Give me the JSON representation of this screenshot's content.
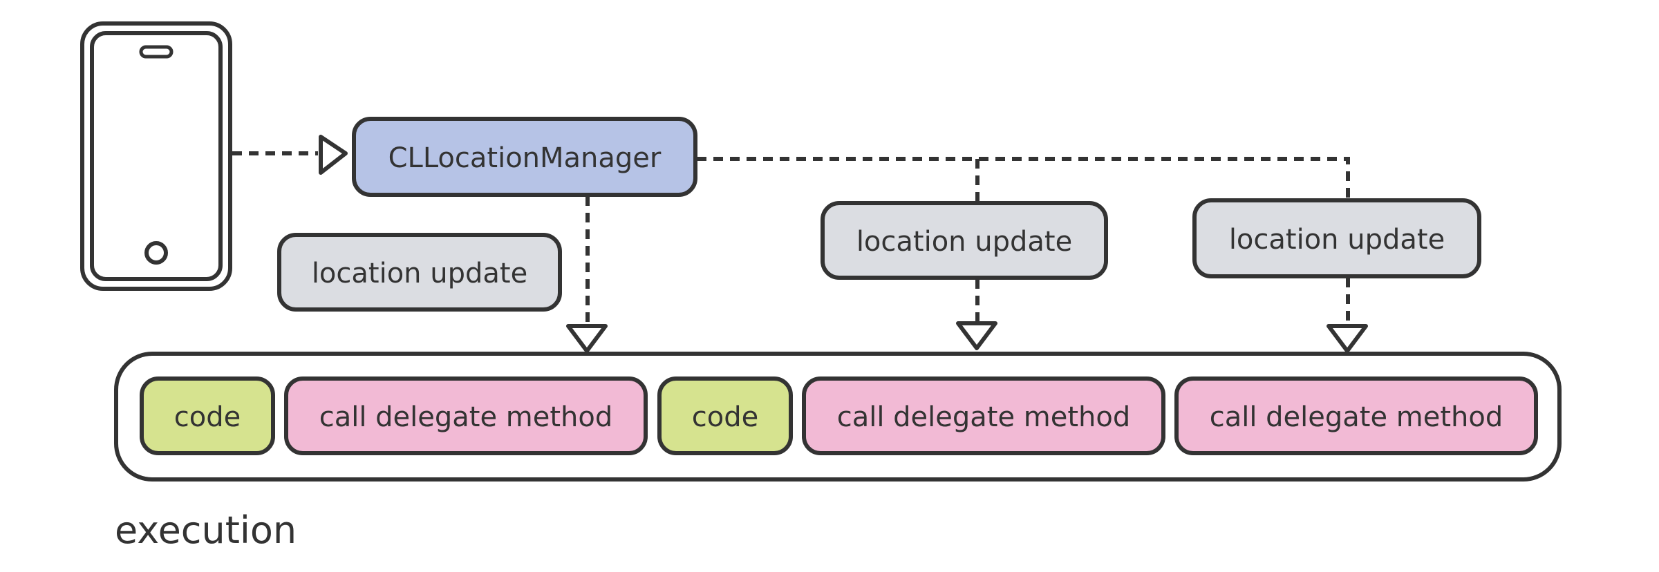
{
  "diagram": {
    "manager_label": "CLLocationManager",
    "updates": [
      {
        "label": "location update"
      },
      {
        "label": "location update"
      },
      {
        "label": "location update"
      }
    ],
    "execution_items": [
      {
        "label": "code"
      },
      {
        "label": "call delegate method"
      },
      {
        "label": "code"
      },
      {
        "label": "call delegate method"
      },
      {
        "label": "call delegate method"
      }
    ],
    "execution_label": "execution"
  },
  "colors": {
    "stroke": "#333333",
    "manager_fill": "#b6c3e6",
    "update_fill": "#dbdde2",
    "code_fill": "#d6e38f",
    "delegate_fill": "#f2bad5",
    "background": "#ffffff"
  }
}
